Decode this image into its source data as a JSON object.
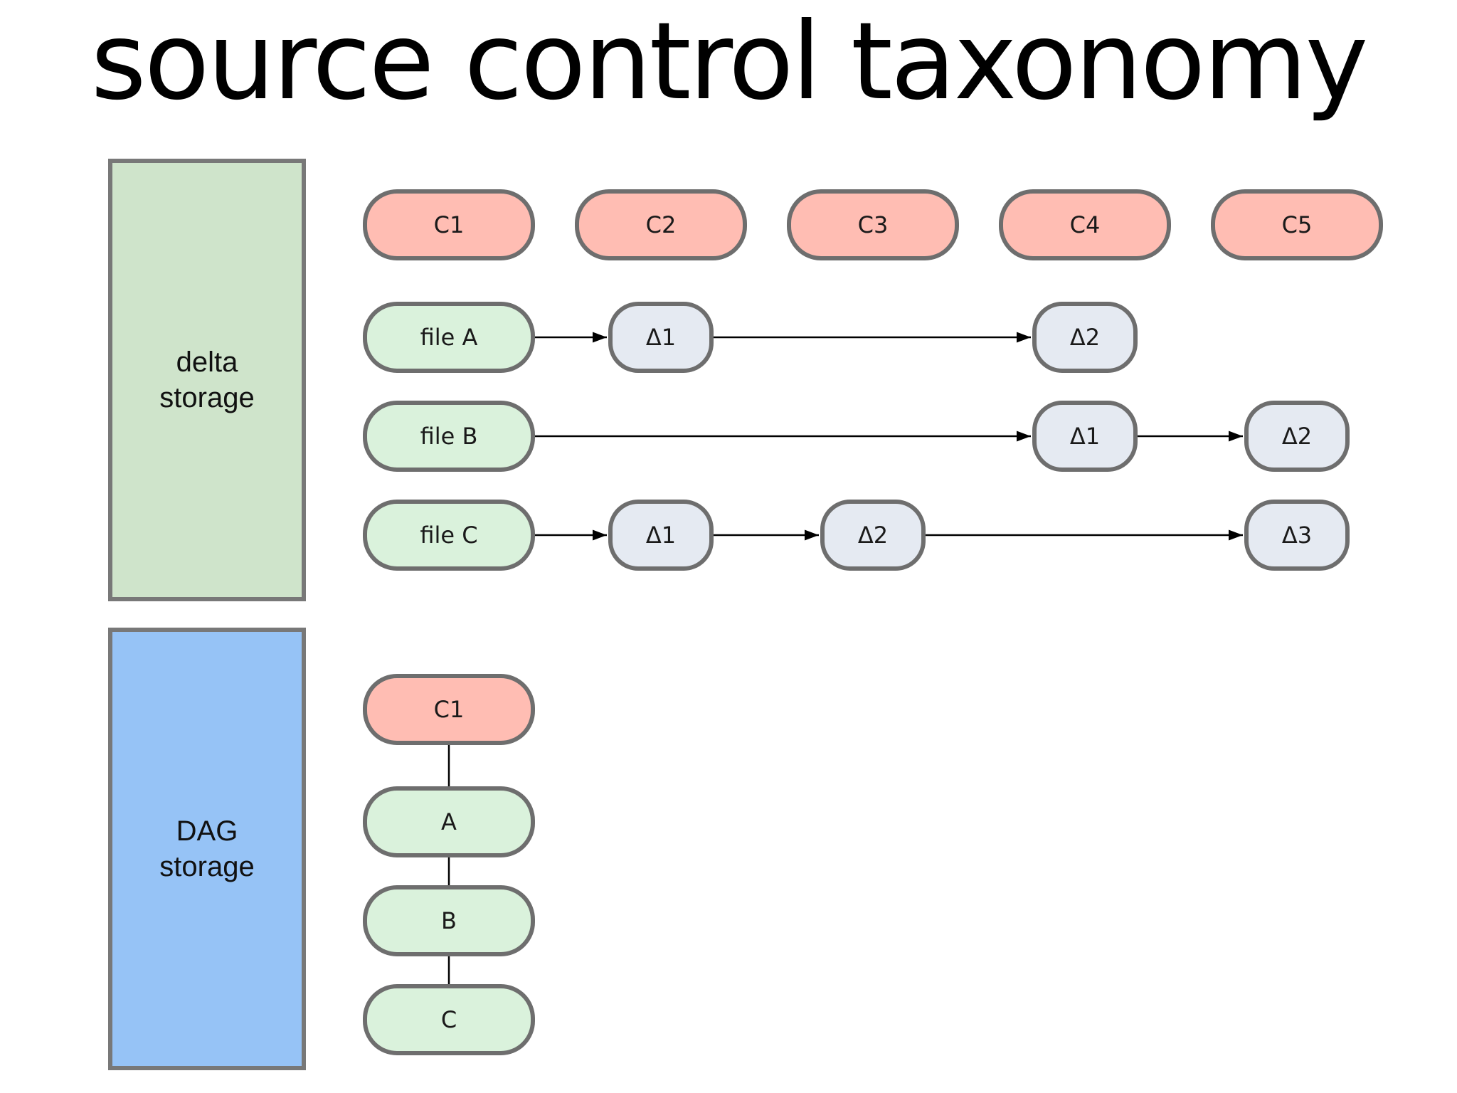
{
  "title": "source control taxonomy",
  "colors": {
    "commit_fill": "#ffbdb3",
    "file_fill": "#daf2dc",
    "delta_fill": "#e5eaf2",
    "delta_section_fill": "#cfe4cb",
    "dag_section_fill": "#96c3f6",
    "border": "#6e6e6e",
    "arrow": "#000000"
  },
  "sections": {
    "delta": {
      "label": "delta\nstorage"
    },
    "dag": {
      "label": "DAG\nstorage"
    }
  },
  "commits": [
    "C1",
    "C2",
    "C3",
    "C4",
    "C5"
  ],
  "delta_rows": [
    {
      "file": "file A",
      "deltas": [
        {
          "label": "Δ1",
          "commit": "C2"
        },
        {
          "label": "Δ2",
          "commit": "C4"
        }
      ]
    },
    {
      "file": "file B",
      "deltas": [
        {
          "label": "Δ1",
          "commit": "C4"
        },
        {
          "label": "Δ2",
          "commit": "C5"
        }
      ]
    },
    {
      "file": "file C",
      "deltas": [
        {
          "label": "Δ1",
          "commit": "C2"
        },
        {
          "label": "Δ2",
          "commit": "C3"
        },
        {
          "label": "Δ3",
          "commit": "C5"
        }
      ]
    }
  ],
  "dag": {
    "commit": "C1",
    "files": [
      "A",
      "B",
      "C"
    ]
  }
}
